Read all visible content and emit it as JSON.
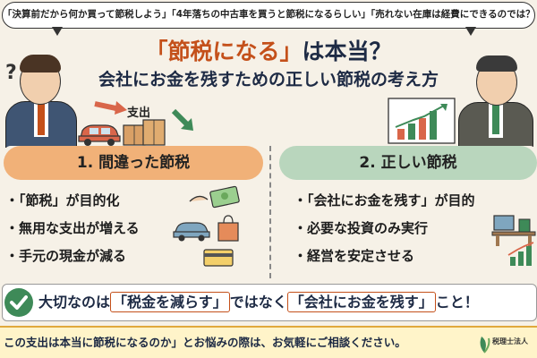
{
  "top_bubble": {
    "text": "「決算前だから何か買って節税しよう」「4年落ちの中古車を買うと節税になるらしい」「売れない在庫は経費にできるのでは？」"
  },
  "headline": {
    "accent": "「節税になる」",
    "rest": "は本当？",
    "subtitle": "会社にお金を残すための正しい節税の考え方"
  },
  "illustration": {
    "expense_label": "支出"
  },
  "left_panel": {
    "title": "1. 間違った節税",
    "items": [
      "「節税」が目的化",
      "無用な支出が増える",
      "手元の現金が減る"
    ]
  },
  "right_panel": {
    "title": "2. 正しい節税",
    "items": [
      "「会社にお金を残す」が目的",
      "必要な投資のみ実行",
      "経営を安定させる"
    ]
  },
  "message": {
    "part1": "大切なのは",
    "boxed1": "「税金を減らす」",
    "part2": "ではなく",
    "boxed2": "「会社にお金を残す」",
    "part3": "こと！"
  },
  "bottom": {
    "text": "この支出は本当に節税になるのか」とお悩みの際は、お気軽にご相談ください。",
    "logo_text": "税理士法人"
  },
  "colors": {
    "accent": "#c4501a",
    "navy": "#1d2a44",
    "left_header": "#f1b178",
    "right_header": "#b9d6bd",
    "check": "#3e8a58"
  }
}
